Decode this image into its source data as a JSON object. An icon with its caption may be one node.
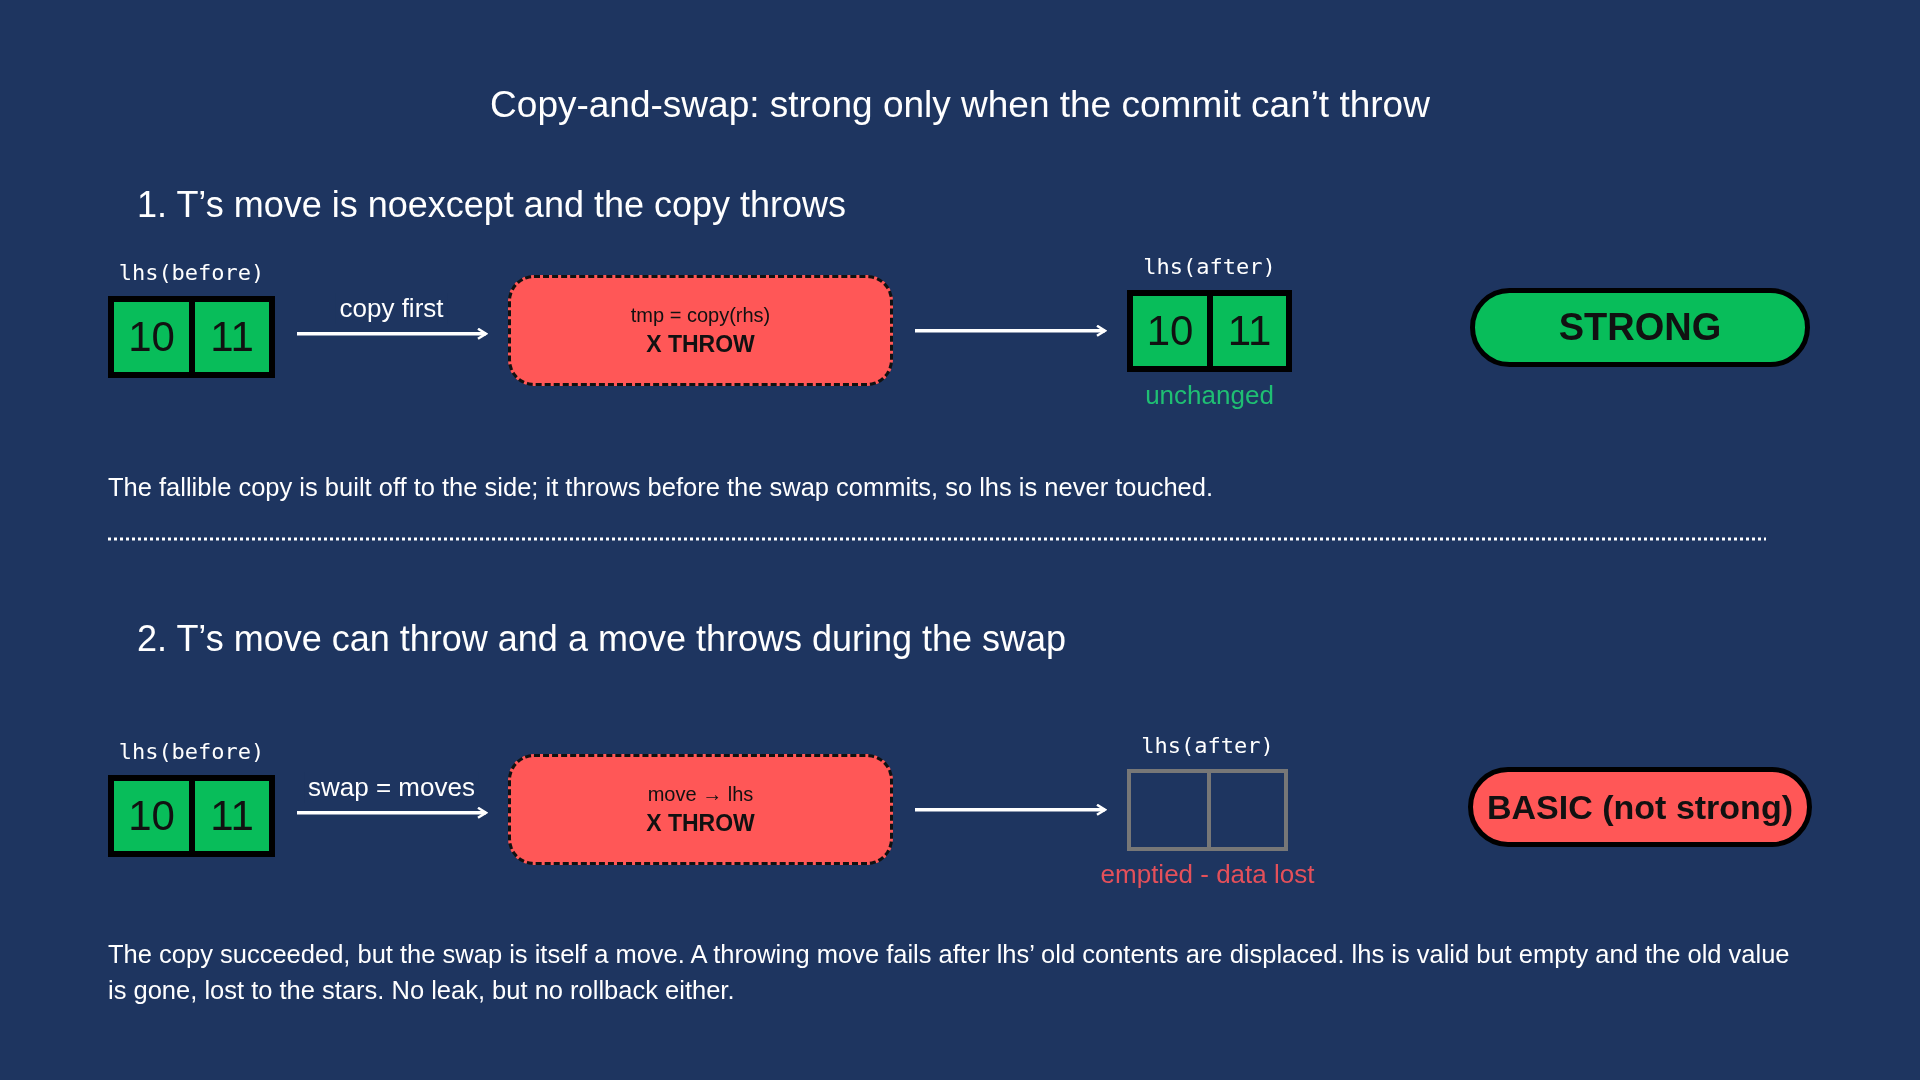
{
  "diagram": {
    "title": "Copy-and-swap: strong only when the commit can’t throw",
    "nodes": [
      {
        "text": [
          "lhs(before)"
        ]
      },
      {
        "text": [
          "10"
        ],
        "in": 0
      },
      {
        "text": [
          "11"
        ],
        "in": 0
      },
      {
        "text": [
          "tmp = copy(rhs)",
          "X THROW"
        ]
      },
      {
        "text": [
          "lhs(after)"
        ],
        "beside": [
          "unchanged"
        ]
      },
      {
        "text": [
          "10"
        ],
        "in": 4
      },
      {
        "text": [
          "11"
        ],
        "in": 4
      },
      {
        "text": [
          "STRONG"
        ]
      },
      {
        "text": [
          "lhs(before)"
        ]
      },
      {
        "text": [
          "10"
        ],
        "in": 8
      },
      {
        "text": [
          "11"
        ],
        "in": 8
      },
      {
        "text": [
          "move → lhs",
          "X THROW"
        ]
      },
      {
        "text": [
          "lhs(after)"
        ],
        "beside": [
          "emptied - data lost"
        ]
      },
      {
        "text": [],
        "shape": "box",
        "in": 12
      },
      {
        "text": [],
        "shape": "box",
        "in": 12
      },
      {
        "text": [
          "BASIC (not strong)"
        ]
      }
    ],
    "edges": [
      {
        "from": 0,
        "to": 3,
        "arrow": "to",
        "label": "copy first"
      },
      {
        "from": 3,
        "to": 4,
        "arrow": "to"
      },
      {
        "from": 8,
        "to": 11,
        "arrow": "to",
        "label": "swap = moves"
      },
      {
        "from": 11,
        "to": 12,
        "arrow": "to"
      }
    ],
    "labels": [
      "1. T’s move is noexcept and the copy throws",
      "The fallible copy is built off to the side; it throws before the swap commits, so lhs is never touched.",
      "2. T’s move can throw and a move throws during the swap",
      "The copy succeeded, but the swap is itself a move. A throwing move fails after lhs’ old contents are displaced. lhs is valid but empty and the old value is gone, lost to the stars. No leak, but no rollback either."
    ]
  }
}
